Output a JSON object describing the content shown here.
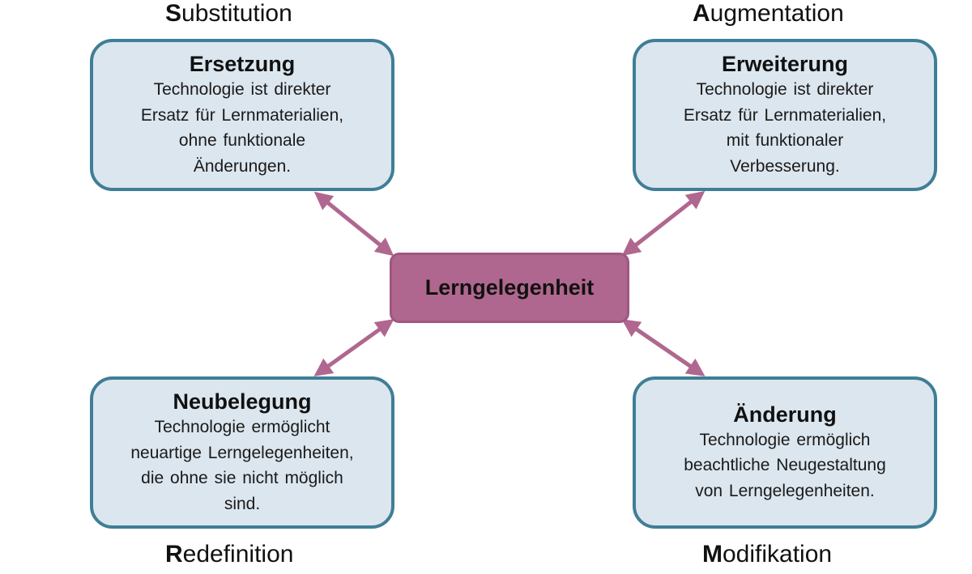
{
  "colors": {
    "box_fill": "#dce6ee",
    "box_border": "#3f7e96",
    "center_fill": "#b0678f",
    "arrow": "#b0678f"
  },
  "headings": {
    "substitution": {
      "initial": "S",
      "rest": "ubstitution"
    },
    "augmentation": {
      "initial": "A",
      "rest": "ugmentation"
    },
    "redefinition": {
      "initial": "R",
      "rest": "edefinition"
    },
    "modifikation": {
      "initial": "M",
      "rest": "odifikation"
    }
  },
  "center": {
    "label": "Lerngelegenheit"
  },
  "boxes": {
    "ersetzung": {
      "title": "Ersetzung",
      "text": "Technologie  ist direkter\nErsatz für Lernmaterialien,\nohne funktionale\nÄnderungen."
    },
    "erweiterung": {
      "title": "Erweiterung",
      "text": "Technologie  ist direkter\nErsatz für Lernmaterialien,\nmit funktionaler\nVerbesserung."
    },
    "neubelegung": {
      "title": "Neubelegung",
      "text": "Technologie  ermöglicht\nneuartige Lerngelegenheiten,\ndie ohne sie nicht möglich\nsind."
    },
    "aenderung": {
      "title": "Änderung",
      "text": "Technologie  ermöglich\nbeachtliche Neugestaltung\nvon  Lerngelegenheiten."
    }
  }
}
